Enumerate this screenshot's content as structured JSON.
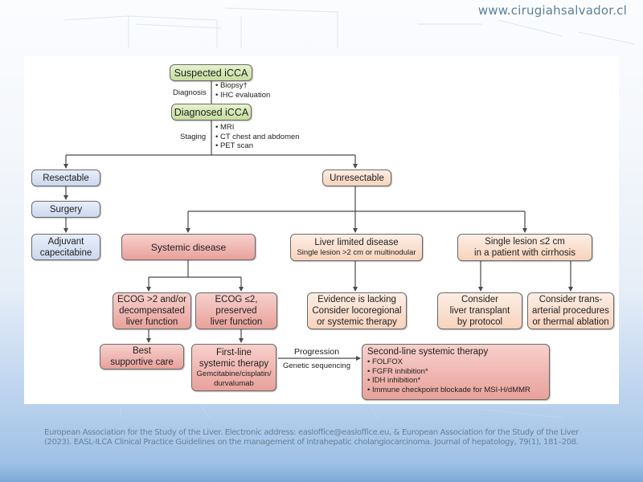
{
  "header": {
    "site_url": "www.cirugiahsalvador.cl"
  },
  "flowchart": {
    "suspected": "Suspected iCCA",
    "diagnosis_label": "Diagnosis",
    "diagnosis_steps": [
      "• Biopsy†",
      "• IHC evaluation"
    ],
    "diagnosed": "Diagnosed iCCA",
    "staging_label": "Staging",
    "staging_steps": [
      "• MRI",
      "• CT chest and abdomen",
      "• PET scan"
    ],
    "resectable": "Resectable",
    "surgery": "Surgery",
    "adjuvant": [
      "Adjuvant",
      "capecitabine"
    ],
    "unresectable": "Unresectable",
    "systemic_disease": "Systemic disease",
    "liver_limited": {
      "title": "Liver limited disease",
      "sub": "Single lesion >2 cm or multinodular"
    },
    "single_lesion": [
      "Single lesion ≤2 cm",
      "in a patient with cirrhosis"
    ],
    "ecog_poor": [
      "ECOG >2 and/or",
      "decompensated",
      "liver function"
    ],
    "ecog_good": [
      "ECOG ≤2,",
      "preserved",
      "liver function"
    ],
    "evidence_lacking": [
      "Evidence is lacking",
      "Consider locoregional",
      "or systemic therapy"
    ],
    "liver_transplant": [
      "Consider",
      "liver transplant",
      "by protocol"
    ],
    "transarterial": [
      "Consider trans-",
      "arterial procedures",
      "or thermal ablation"
    ],
    "best_supportive": [
      "Best",
      "supportive care"
    ],
    "first_line": {
      "title": [
        "First-line",
        "systemic therapy"
      ],
      "sub": [
        "Gemcitabine/cisplatin/",
        "durvalumab"
      ]
    },
    "progression_label": "Progression",
    "genetic_label": "Genetic sequencing",
    "second_line": {
      "title": "Second-line systemic therapy",
      "items": [
        "• FOLFOX",
        "• FGFR inhibition*",
        "• IDH inhibition*",
        "• Immune checkpoint blockade for MSI-H/dMMR"
      ]
    }
  },
  "colors": {
    "green_node": "#c6df9e",
    "blue_node": "#cbd8ee",
    "peach_node": "#f7d3bd",
    "pink_node": "#e9a19b",
    "connector": "#4a4a4a"
  },
  "citation": [
    "European Association for the Study of the Liver. Electronic address: easloffice@easloffice.eu, & European Association for the Study of the Liver",
    "(2023). EASL-ILCA Clinical Practice Guidelines on the management of intrahepatic cholangiocarcinoma. Journal of hepatology, 79(1), 181–208."
  ]
}
